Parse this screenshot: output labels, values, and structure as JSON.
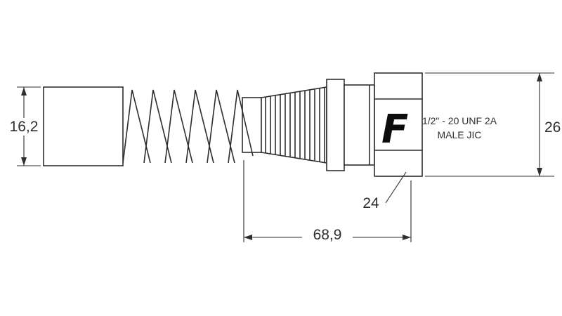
{
  "drawing": {
    "logo_letter": "F",
    "thread_spec": {
      "line1": "1/2\" - 20 UNF 2A",
      "line2": "MALE JIC"
    },
    "dimensions": {
      "spring_end_height": "16,2",
      "hex_height": "26",
      "insert_length": "68,9",
      "hex_wrench_size": "24"
    },
    "colors": {
      "line": "#2e2e2e",
      "background": "#ffffff",
      "logo": "#0d0d0d"
    }
  }
}
